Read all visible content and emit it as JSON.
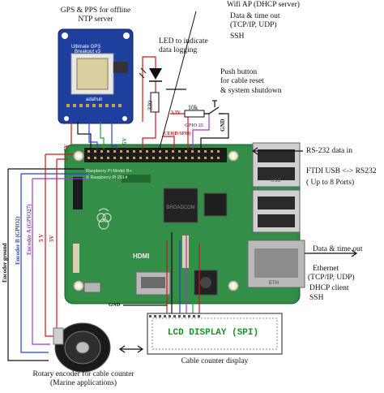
{
  "labels": {
    "gps_title": "GPS & PPS for offline",
    "gps_title2": "NTP server",
    "led_label": "LED to indicate",
    "led_label2": "data logging",
    "wifi_ap": "Wifi AP (DHCP server)",
    "wifi_data": "Data & time out",
    "wifi_proto": "(TCP/IP, UDP)",
    "wifi_ssh": "SSH",
    "push_button": "Push button",
    "push_button2": "for cable reset",
    "push_button3": "& system shutdown",
    "rs232_in": "RS-232 data in",
    "ftdi": "FTDI USB <-> RS232",
    "ports": "( Up to 8 Ports)",
    "data_time_out": "Data & time out",
    "ethernet": "Ethernet",
    "eth_proto": "(TCP/IP, UDP)",
    "dhcp_client": "DHCP client",
    "eth_ssh": "SSH",
    "lcd_text": "LCD DISPLAY (SPI)",
    "lcd_caption": "Cable counter display",
    "encoder_caption": "Rotary encoder for cable counter",
    "encoder_caption2": "(Marine applications)",
    "resistor_330": "330",
    "resistor_10k": "10k",
    "v33": "3.3V",
    "gnd": "GND",
    "gpio25": "GPIO 25",
    "ce0": "CE0(D/SPI0)",
    "v5": "5V",
    "v5b": "5V",
    "enc_ground": "Encoder ground",
    "enc_b": "Encoder B (GPIO2)",
    "enc_a": "Encoder A (GPIO27)",
    "v5c": "5 V",
    "v5d": "5V",
    "gnd_bottom": "GND",
    "gps_board": "Ultimate GPS",
    "gps_board2": "Breakout v3",
    "gps_brand": "adafruit",
    "board_model": "Raspberry Pi Model B+",
    "board_year": "© Raspberry Pi 2014",
    "hdmi": "HDMI",
    "usb_tag": "USB",
    "rj45": "ETH"
  },
  "colors": {
    "board_green": "#2f8a43",
    "board_dark": "#1f6b31",
    "gps_blue": "#1f3f9f",
    "wire_red": "#d11818",
    "wire_blue": "#2a3fd8",
    "wire_purple": "#9a3cc2",
    "wire_green": "#1f9e3d",
    "wire_black": "#111111",
    "lcd_text": "#1a8f2a"
  }
}
